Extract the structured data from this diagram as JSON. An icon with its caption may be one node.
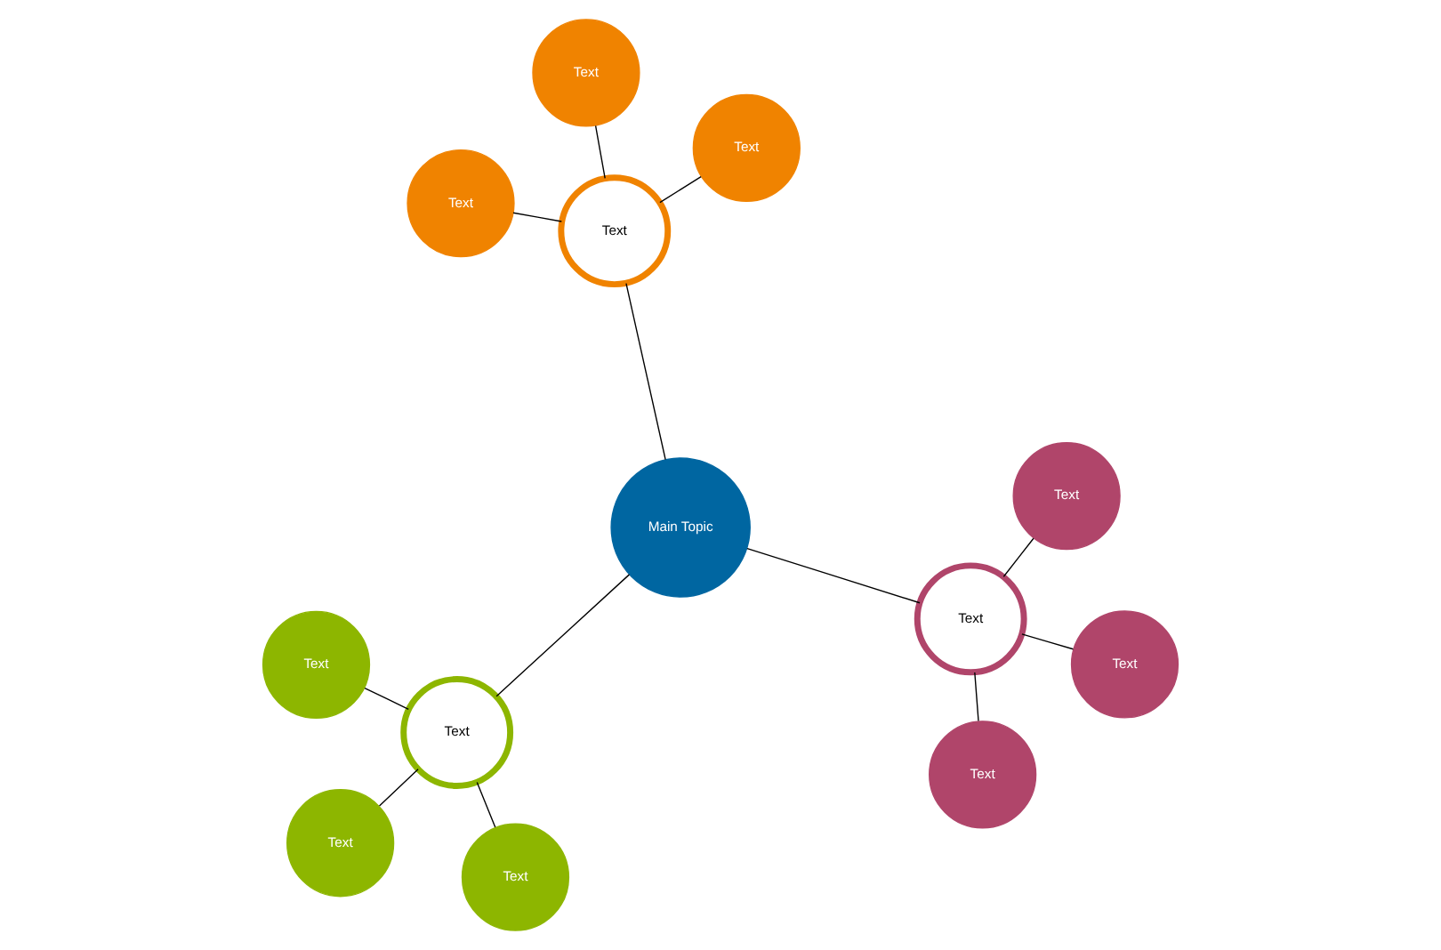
{
  "diagram": {
    "nodes": [
      {
        "text": [
          "Main Topic"
        ]
      },
      {
        "text": [
          "Text"
        ]
      },
      {
        "text": [
          "Text"
        ]
      },
      {
        "text": [
          "Text"
        ]
      },
      {
        "text": [
          "Text"
        ]
      },
      {
        "text": [
          "Text"
        ]
      },
      {
        "text": [
          "Text"
        ]
      },
      {
        "text": [
          "Text"
        ]
      },
      {
        "text": [
          "Text"
        ]
      },
      {
        "text": [
          "Text"
        ]
      },
      {
        "text": [
          "Text"
        ]
      },
      {
        "text": [
          "Text"
        ]
      },
      {
        "text": [
          "Text"
        ]
      }
    ],
    "edges": [
      {
        "from": 0,
        "to": 1,
        "arrow": "none"
      },
      {
        "from": 1,
        "to": 2,
        "arrow": "none"
      },
      {
        "from": 1,
        "to": 3,
        "arrow": "none"
      },
      {
        "from": 1,
        "to": 4,
        "arrow": "none"
      },
      {
        "from": 0,
        "to": 5,
        "arrow": "none"
      },
      {
        "from": 5,
        "to": 6,
        "arrow": "none"
      },
      {
        "from": 5,
        "to": 7,
        "arrow": "none"
      },
      {
        "from": 5,
        "to": 8,
        "arrow": "none"
      },
      {
        "from": 0,
        "to": 9,
        "arrow": "none"
      },
      {
        "from": 9,
        "to": 10,
        "arrow": "none"
      },
      {
        "from": 9,
        "to": 11,
        "arrow": "none"
      },
      {
        "from": 9,
        "to": 12,
        "arrow": "none"
      }
    ]
  }
}
